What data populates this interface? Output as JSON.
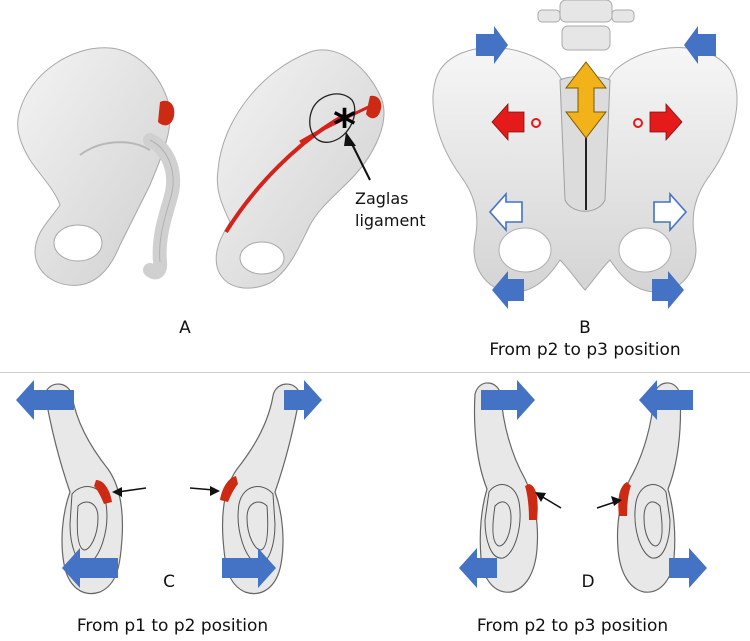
{
  "panels": {
    "A": {
      "letter": "A"
    },
    "B": {
      "letter": "B",
      "caption": "From p2 to p3 position"
    },
    "C": {
      "letter": "C",
      "caption": "From p1 to p2 position"
    },
    "D": {
      "letter": "D",
      "caption": "From p2 to p3 position"
    }
  },
  "annotation": {
    "line1": "Zaglas",
    "line2": "ligament"
  },
  "colors": {
    "bone": "#e8e8e8",
    "bone_stroke": "#9a9a9a",
    "ligament": "#cc2a12",
    "arrow_blue": "#4472c4",
    "arrow_red": "#e51b1b",
    "arrow_gold": "#f2b21a"
  }
}
